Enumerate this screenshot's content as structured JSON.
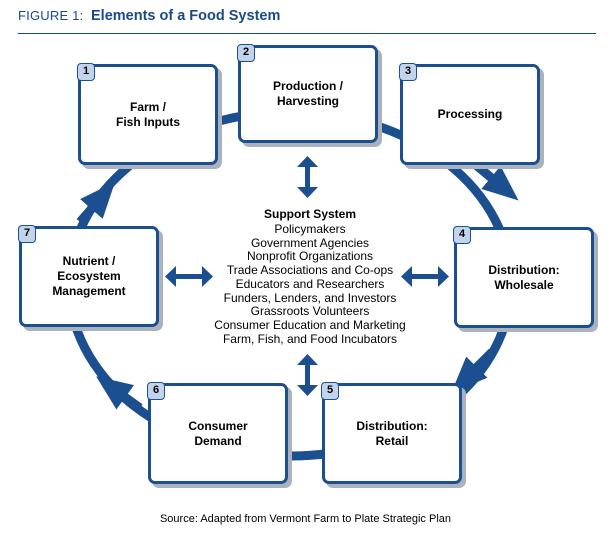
{
  "figure": {
    "label": "FIGURE 1:",
    "title": "Elements of a Food System"
  },
  "colors": {
    "primary": "#1c4f8f",
    "badge_fill": "#c3d3ea",
    "shadow": "#a9b2bd"
  },
  "stages": [
    {
      "number": "1",
      "name": "Farm /\nFish Inputs"
    },
    {
      "number": "2",
      "name": "Production /\nHarvesting"
    },
    {
      "number": "3",
      "name": "Processing"
    },
    {
      "number": "4",
      "name": "Distribution:\nWholesale"
    },
    {
      "number": "5",
      "name": "Distribution:\nRetail"
    },
    {
      "number": "6",
      "name": "Consumer\nDemand"
    },
    {
      "number": "7",
      "name": "Nutrient /\nEcosystem\nManagement"
    }
  ],
  "support_system": {
    "heading": "Support System",
    "items": [
      "Policymakers",
      "Government Agencies",
      "Nonprofit Organizations",
      "Trade Associations and Co-ops",
      "Educators and Researchers",
      "Funders, Lenders, and Investors",
      "Grassroots Volunteers",
      "Consumer Education and Marketing",
      "Farm, Fish, and Food Incubators"
    ]
  },
  "source": "Source: Adapted from Vermont Farm to Plate Strategic Plan"
}
